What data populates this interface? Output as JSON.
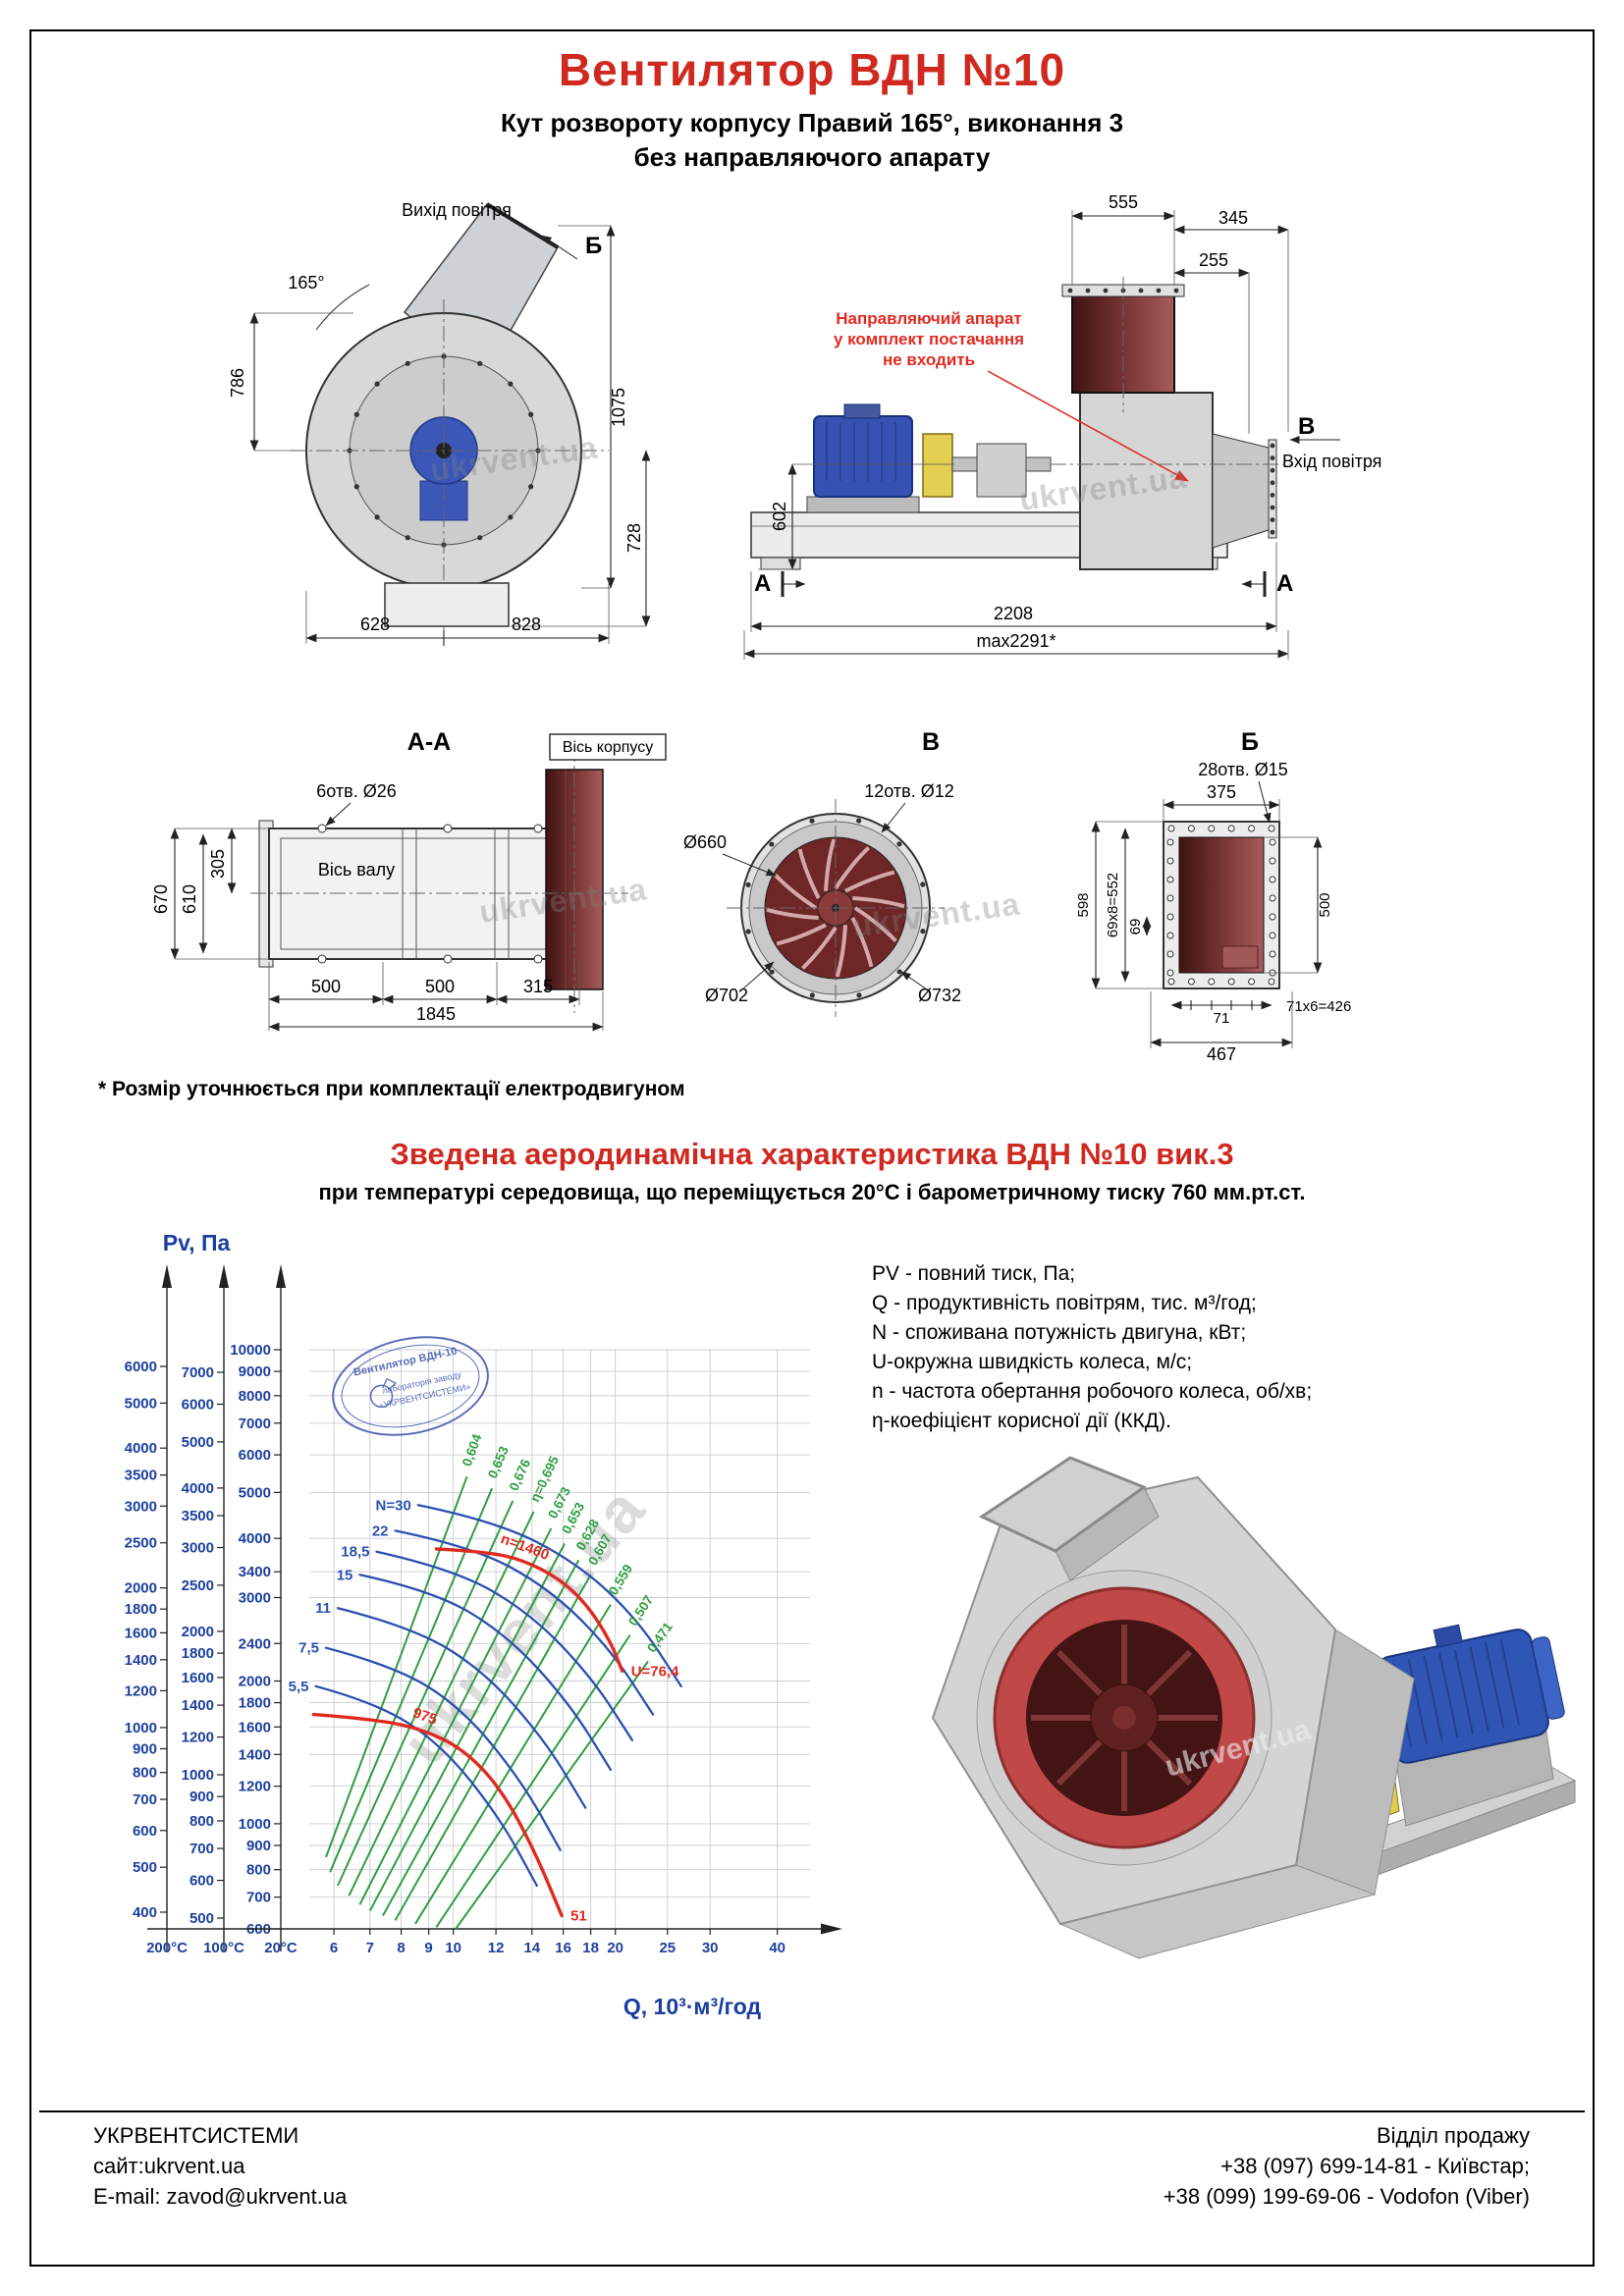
{
  "page": {
    "title": "Вентилятор  ВДН №10",
    "subtitle1": "Кут розвороту корпусу Правий 165°, виконання 3",
    "subtitle2": "без направляючого апарату",
    "footnote": "* Розмір уточнюється при комплектації електродвигуном",
    "watermark": "ukrvent.ua",
    "accent_red": "#cf2920",
    "accent_blue": "#1c3f9e",
    "accent_green": "#2f9e41"
  },
  "views": {
    "scroll": {
      "air_out": "Вихід повітря",
      "marker_b": "Б",
      "angle": "165°",
      "dim_786": "786",
      "dim_1075": "1075",
      "dim_728": "728",
      "dim_628": "628",
      "dim_828": "828"
    },
    "side": {
      "note_line1": "Направляючий апарат",
      "note_line2": "у комплект постачання",
      "note_line3": "не входить",
      "marker_v": "В",
      "air_in": "Вхід повітря",
      "marker_a_left": "А",
      "marker_a_right": "А",
      "dim_555": "555",
      "dim_345": "345",
      "dim_255": "255",
      "dim_602": "602",
      "dim_2208": "2208",
      "dim_max": "max2291*"
    },
    "section_aa": {
      "title": "А-А",
      "housing_axis": "Вісь корпусу",
      "holes": "6отв. Ø26",
      "shaft_axis": "Вісь валу",
      "dim_670": "670",
      "dim_610": "610",
      "dim_305": "305",
      "dim_500a": "500",
      "dim_500b": "500",
      "dim_315": "315",
      "dim_1845": "1845"
    },
    "view_v": {
      "title": "В",
      "holes": "12отв. Ø12",
      "dim_660": "Ø660",
      "dim_702": "Ø702",
      "dim_732": "Ø732"
    },
    "view_b": {
      "title": "Б",
      "holes": "28отв. Ø15",
      "dim_375": "375",
      "dim_598": "598",
      "dim_552": "69x8=552",
      "dim_69": "69",
      "dim_500": "500",
      "dim_71": "71",
      "dim_426": "71x6=426",
      "dim_467": "467"
    }
  },
  "chart": {
    "title": "Зведена аеродинамічна характеристика ВДН №10 вик.3",
    "subtitle": "при температурі середовища, що переміщується 20°С і барометричному тиску 760 мм.рт.ст.",
    "ylabel": "Pv, Па",
    "xlabel": "Q, 10³·м³/год",
    "stamp_line1": "Вентилятор ВДН-10",
    "stamp_line2": "лабораторія заводу",
    "stamp_line3": "«УКРВЕНТСИСТЕМИ»"
  },
  "legend": [
    "PV - повний тиск, Па;",
    "Q - продуктивність повітрям, тис. м³/год;",
    "N - споживана потужність двигуна, кВт;",
    "U-окружна швидкість колеса, м/с;",
    "n - частота обертання робочого колеса, об/хв;",
    "η-коефіцієнт корисної дії (ККД)."
  ],
  "footer": {
    "company": "УКРВЕНТСИСТЕМИ",
    "site": "сайт:ukrvent.ua",
    "email": "E-mail: zavod@ukrvent.ua",
    "sales": "Відділ продажу",
    "phone1": "+38 (097) 699-14-81 - Київстар;",
    "phone2": "+38 (099) 199-69-06 - Vodofon (Viber)"
  },
  "chart_data": {
    "type": "line",
    "title": "Зведена аеродинамічна характеристика ВДН №10 вик.3",
    "subtitle": "при температурі середовища, що переміщується 20°С і барометричному тиску 760 мм.рт.ст.",
    "xlabel": "Q, 10³·м³/год",
    "ylabel": "Pv, Па",
    "grid": true,
    "x_scale": "log",
    "y_scale": "log",
    "x_range": [
      5.4,
      46
    ],
    "x_ticks": [
      6,
      7,
      8,
      9,
      10,
      12,
      14,
      16,
      18,
      20,
      25,
      30,
      40
    ],
    "pressure_scales": [
      {
        "label": "200°C",
        "ticks": [
          "400",
          "500",
          "600",
          "700",
          "800",
          "900",
          "1000",
          "1200",
          "1400",
          "1600",
          "1800",
          "2000",
          "2500",
          "3000",
          "3500",
          "4000",
          "5000",
          "6000"
        ]
      },
      {
        "label": "100°C",
        "ticks": [
          "500",
          "600",
          "700",
          "800",
          "900",
          "1000",
          "1200",
          "1400",
          "1600",
          "1800",
          "2000",
          "2500",
          "3000",
          "3500",
          "4000",
          "5000",
          "6000",
          "7000"
        ]
      },
      {
        "label": "20°C",
        "ticks": [
          "600",
          "700",
          "800",
          "900",
          "1000",
          "1200",
          "1400",
          "1600",
          "1800",
          "2000",
          "2400",
          "3000",
          "3400",
          "4000",
          "5000",
          "6000",
          "7000",
          "8000",
          "9000",
          "10000"
        ]
      }
    ],
    "power_curves": [
      {
        "label": "N=30",
        "points": [
          [
            8.6,
            4700
          ],
          [
            12,
            4350
          ],
          [
            17,
            3550
          ],
          [
            22,
            2700
          ],
          [
            26.5,
            1950
          ]
        ]
      },
      {
        "label": "22",
        "points": [
          [
            7.8,
            4150
          ],
          [
            10.8,
            3850
          ],
          [
            15,
            3150
          ],
          [
            19.5,
            2350
          ],
          [
            23.5,
            1700
          ]
        ]
      },
      {
        "label": "18,5",
        "points": [
          [
            7.2,
            3750
          ],
          [
            10,
            3450
          ],
          [
            13.8,
            2800
          ],
          [
            18,
            2050
          ],
          [
            21.5,
            1500
          ]
        ]
      },
      {
        "label": "15",
        "points": [
          [
            6.7,
            3350
          ],
          [
            9.2,
            3100
          ],
          [
            12.6,
            2500
          ],
          [
            16.4,
            1800
          ],
          [
            19.6,
            1300
          ]
        ]
      },
      {
        "label": "11",
        "points": [
          [
            6.1,
            2850
          ],
          [
            8.4,
            2600
          ],
          [
            11.4,
            2100
          ],
          [
            14.8,
            1500
          ],
          [
            17.6,
            1080
          ]
        ]
      },
      {
        "label": "7,5",
        "points": [
          [
            5.8,
            2350
          ],
          [
            7.8,
            2150
          ],
          [
            10.4,
            1750
          ],
          [
            13.4,
            1230
          ],
          [
            15.8,
            880
          ]
        ]
      },
      {
        "label": "5,5",
        "points": [
          [
            5.55,
            1950
          ],
          [
            7.2,
            1800
          ],
          [
            9.5,
            1470
          ],
          [
            12.2,
            1030
          ],
          [
            14.3,
            740
          ]
        ]
      }
    ],
    "efficiency_lines": [
      {
        "label": "0,604",
        "points": [
          [
            5.8,
            850
          ],
          [
            10.6,
            5400
          ]
        ]
      },
      {
        "label": "0,653",
        "points": [
          [
            5.9,
            790
          ],
          [
            11.8,
            5100
          ]
        ]
      },
      {
        "label": "0,676",
        "points": [
          [
            6.1,
            740
          ],
          [
            12.9,
            4800
          ]
        ]
      },
      {
        "label": "η=0,695",
        "points": [
          [
            6.4,
            705
          ],
          [
            14.1,
            4550
          ]
        ]
      },
      {
        "label": "0,673",
        "points": [
          [
            6.7,
            675
          ],
          [
            15.2,
            4200
          ]
        ]
      },
      {
        "label": "0,653",
        "points": [
          [
            7.0,
            655
          ],
          [
            16.1,
            3900
          ]
        ]
      },
      {
        "label": "0,628",
        "points": [
          [
            7.4,
            640
          ],
          [
            17.1,
            3600
          ]
        ]
      },
      {
        "label": "0,607",
        "points": [
          [
            7.8,
            625
          ],
          [
            18.0,
            3350
          ]
        ]
      },
      {
        "label": "0,559",
        "points": [
          [
            8.5,
            615
          ],
          [
            19.6,
            2900
          ]
        ]
      },
      {
        "label": "0,507",
        "points": [
          [
            9.3,
            605
          ],
          [
            21.3,
            2500
          ]
        ]
      },
      {
        "label": "0,471",
        "points": [
          [
            10.1,
            600
          ],
          [
            23.0,
            2200
          ]
        ]
      }
    ],
    "speed_curves": [
      {
        "label": "n=1460",
        "end_label": "U=76,4",
        "points": [
          [
            9.3,
            3800
          ],
          [
            11.5,
            3750
          ],
          [
            13.5,
            3600
          ],
          [
            15.8,
            3280
          ],
          [
            17.8,
            2880
          ],
          [
            19.6,
            2420
          ],
          [
            20.6,
            2100
          ]
        ]
      },
      {
        "label": "975",
        "end_label": "51",
        "points": [
          [
            5.5,
            1700
          ],
          [
            7.2,
            1660
          ],
          [
            8.8,
            1580
          ],
          [
            10.5,
            1430
          ],
          [
            12.3,
            1180
          ],
          [
            14.2,
            870
          ],
          [
            15.9,
            640
          ]
        ]
      }
    ]
  }
}
